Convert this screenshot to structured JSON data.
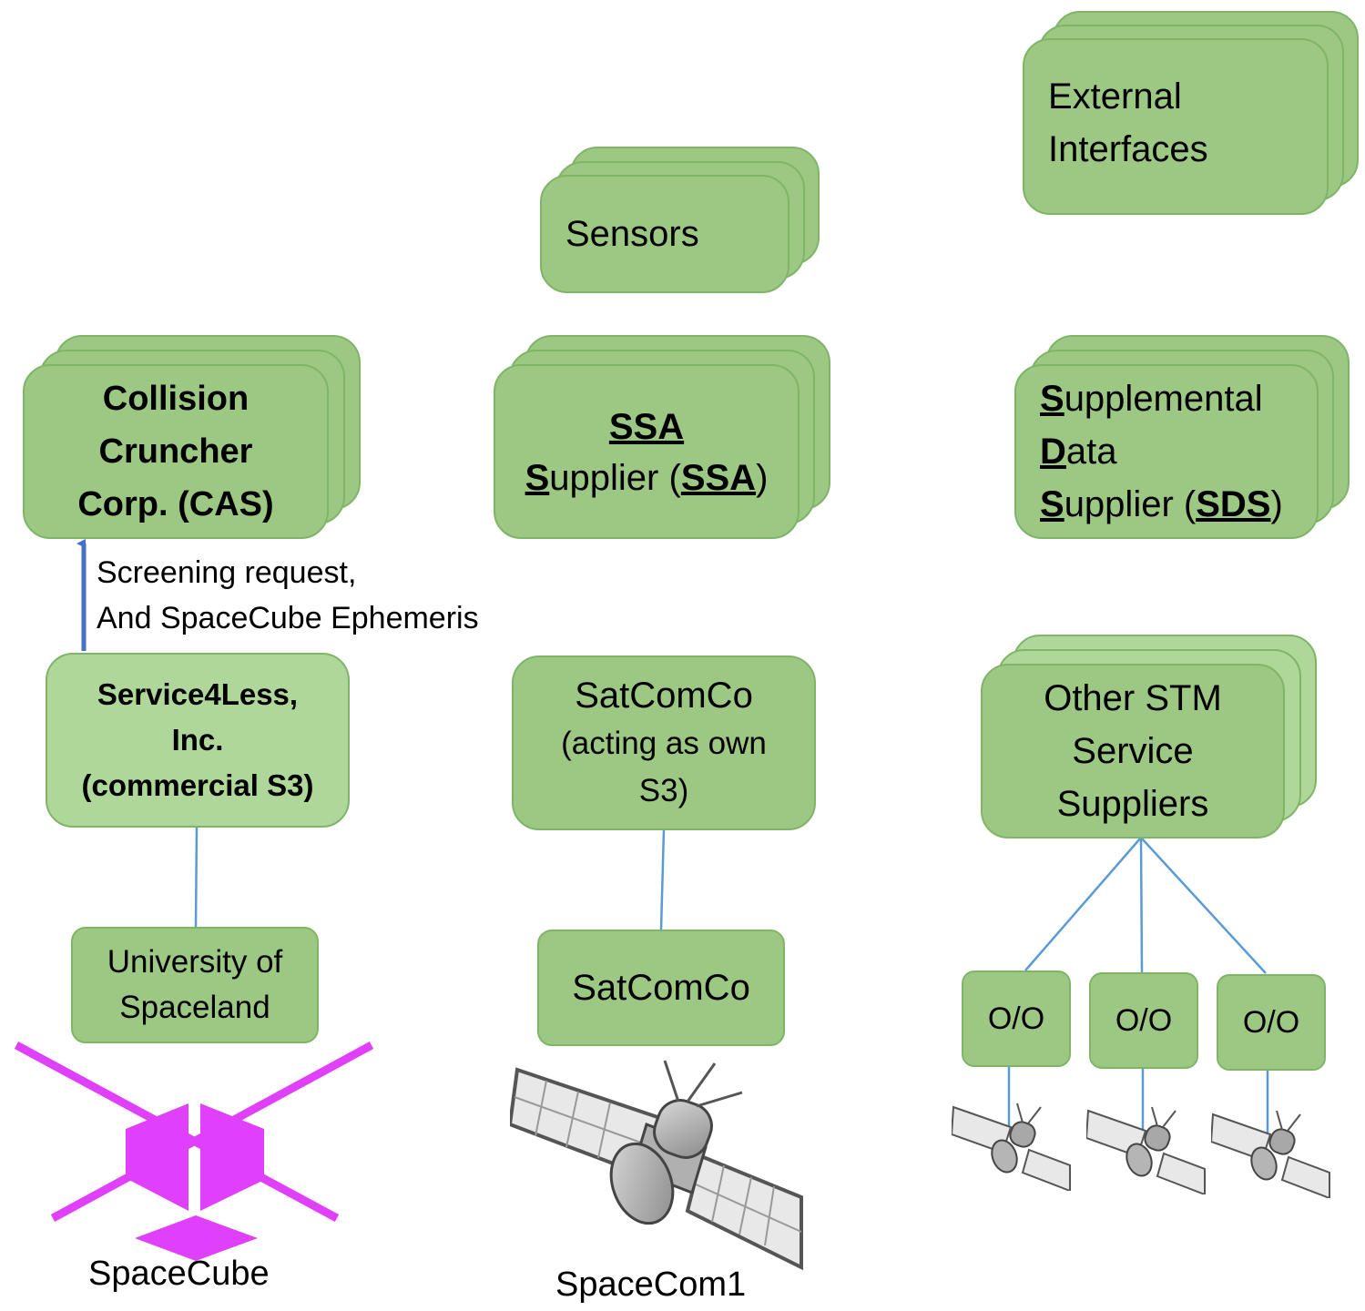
{
  "external": {
    "lines": [
      "External",
      "Interfaces"
    ]
  },
  "sensors": {
    "label": "Sensors"
  },
  "cas": {
    "lines": [
      "Collision",
      "Cruncher",
      "Corp. (CAS)"
    ]
  },
  "ssa": {
    "line1": "SSA",
    "line2_first": "S",
    "line2_mid": "upplier (",
    "line2_abbr": "SSA",
    "line2_end": ")"
  },
  "sds": {
    "l1_first": "S",
    "l1_rest": "upplemental",
    "l2_first": "D",
    "l2_rest": "ata",
    "l3_first": "S",
    "l3_mid": "upplier (",
    "l3_abbr": "SDS",
    "l3_end": ")"
  },
  "arrow_note": {
    "lines": [
      "Screening request,",
      "And SpaceCube Ephemeris"
    ]
  },
  "s3": {
    "lines": [
      "Service4Less,",
      "Inc.",
      "(commercial S3)"
    ]
  },
  "satcomco_s3": {
    "lines": [
      "SatComCo",
      "(acting as own",
      "S3)"
    ]
  },
  "other_stm": {
    "lines": [
      "Other STM",
      "Service",
      "Suppliers"
    ]
  },
  "university": {
    "lines": [
      "University of",
      "Spaceland"
    ]
  },
  "satcomco": {
    "label": "SatComCo"
  },
  "oo": {
    "labels": [
      "O/O",
      "O/O",
      "O/O"
    ]
  },
  "captions": {
    "spacecube": "SpaceCube",
    "spacecom1": "SpaceCom1"
  },
  "colors": {
    "box_fill": "#9cc884",
    "box_border": "#7fb566",
    "connector": "#5b9bd5",
    "arrow": "#4472c4",
    "spacecube": "#e040fb"
  }
}
